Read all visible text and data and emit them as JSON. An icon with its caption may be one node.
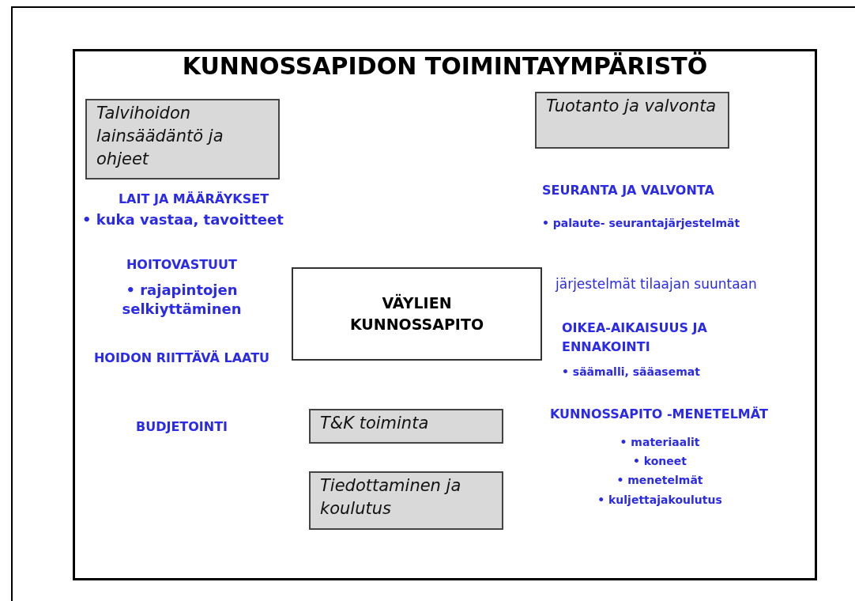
{
  "diagram": {
    "title": "KUNNOSSAPIDON TOIMINTAYMPÄRISTÖ",
    "nodes": [
      {
        "text": [
          "Talvihoidon lainsäädäntö ja ohjeet"
        ]
      },
      {
        "text": [
          "Tuotanto ja valvonta"
        ]
      },
      {
        "text": [
          "VÄYLIEN KUNNOSSAPITO"
        ]
      },
      {
        "text": [
          "T&K toiminta"
        ]
      },
      {
        "text": [
          "Tiedottaminen ja koulutus"
        ]
      }
    ],
    "labels": [
      "LAIT JA MÄÄRÄYKSET",
      "• kuka vastaa, tavoitteet",
      "HOITOVASTUUT",
      "• rajapintojen selkiyttäminen",
      "HOIDON RIITTÄVÄ LAATU",
      "BUDJETOINTI",
      "SEURANTA JA VALVONTA",
      "• palaute- seurantajärjestelmät",
      "järjestelmät tilaajan suuntaan",
      "OIKEA-AIKAISUUS JA ENNAKOINTI",
      "• säämalli, sääasemat",
      "KUNNOSSAPITO -MENETELMÄT",
      "• materiaalit",
      "• koneet",
      "• menetelmät",
      "• kuljettajakoulutus"
    ]
  }
}
